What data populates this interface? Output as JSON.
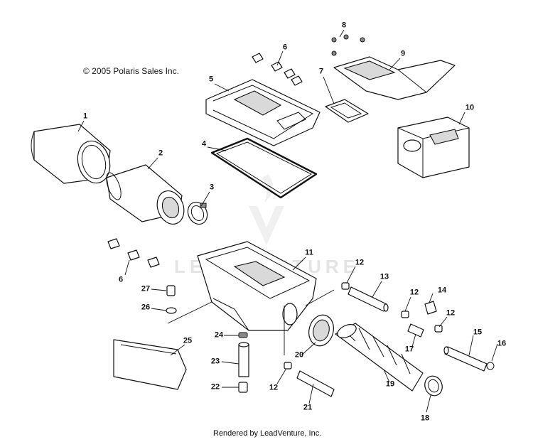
{
  "copyright": "© 2005 Polaris Sales Inc.",
  "footer": "Rendered by LeadVenture, Inc.",
  "watermark": "LEADVENTURE",
  "callouts": [
    {
      "id": "c1",
      "label": "1"
    },
    {
      "id": "c2",
      "label": "2"
    },
    {
      "id": "c3",
      "label": "3"
    },
    {
      "id": "c4",
      "label": "4"
    },
    {
      "id": "c5",
      "label": "5"
    },
    {
      "id": "c6a",
      "label": "6"
    },
    {
      "id": "c6b",
      "label": "6"
    },
    {
      "id": "c7",
      "label": "7"
    },
    {
      "id": "c8",
      "label": "8"
    },
    {
      "id": "c9",
      "label": "9"
    },
    {
      "id": "c10",
      "label": "10"
    },
    {
      "id": "c11",
      "label": "11"
    },
    {
      "id": "c12a",
      "label": "12"
    },
    {
      "id": "c12b",
      "label": "12"
    },
    {
      "id": "c12c",
      "label": "12"
    },
    {
      "id": "c12d",
      "label": "12"
    },
    {
      "id": "c13",
      "label": "13"
    },
    {
      "id": "c14",
      "label": "14"
    },
    {
      "id": "c15",
      "label": "15"
    },
    {
      "id": "c16",
      "label": "16"
    },
    {
      "id": "c17",
      "label": "17"
    },
    {
      "id": "c18",
      "label": "18"
    },
    {
      "id": "c19",
      "label": "19"
    },
    {
      "id": "c20",
      "label": "20"
    },
    {
      "id": "c21",
      "label": "21"
    },
    {
      "id": "c22",
      "label": "22"
    },
    {
      "id": "c23",
      "label": "23"
    },
    {
      "id": "c24",
      "label": "24"
    },
    {
      "id": "c25",
      "label": "25"
    },
    {
      "id": "c26",
      "label": "26"
    },
    {
      "id": "c27",
      "label": "27"
    }
  ]
}
